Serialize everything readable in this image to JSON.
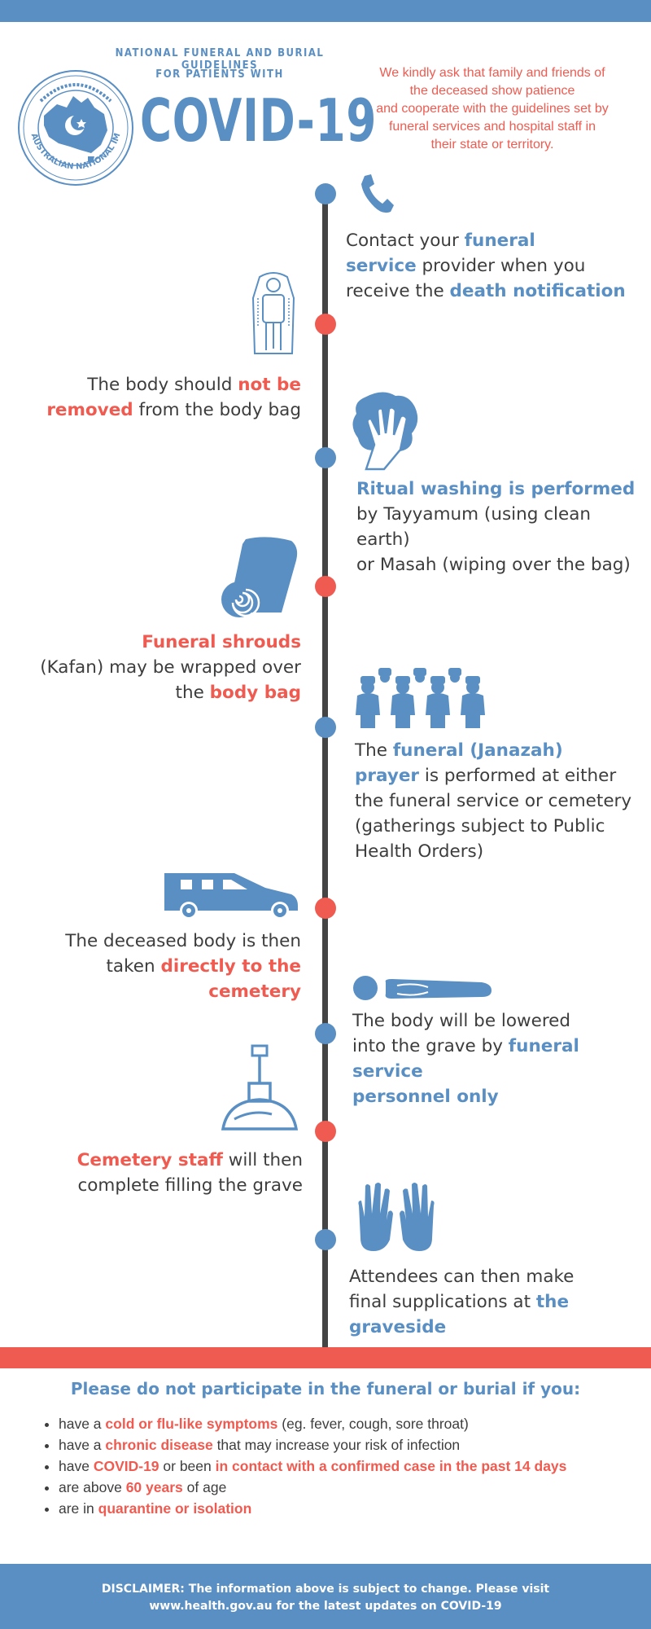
{
  "header": {
    "subtitle_line1": "NATIONAL FUNERAL AND BURIAL GUIDELINES",
    "subtitle_line2": "FOR PATIENTS WITH",
    "title": "COVID-19",
    "logo_text": "AUSTRALIAN NATIONAL IMAMS COUNCIL",
    "intro_lines": [
      "We kindly ask that family and friends of",
      "the deceased show patience",
      "and cooperate with the guidelines set by",
      "funeral services and hospital staff in",
      "their state or territory."
    ]
  },
  "colors": {
    "blue": "#5a8fc4",
    "red": "#ef5b50",
    "text": "#3d3d3d",
    "line": "#444444"
  },
  "steps": [
    {
      "icon": "phone-icon",
      "dot": "blue",
      "side": "right",
      "t1": "Contact your ",
      "h1": "funeral",
      "t2": "",
      "h2": "service",
      "t3": " provider when you",
      "t4": "receive the ",
      "h3": "death notification"
    },
    {
      "icon": "body-bag-icon",
      "dot": "red",
      "side": "left",
      "t1": "The body should ",
      "h1": "not be",
      "h2": "removed",
      "t2": " from the body bag"
    },
    {
      "icon": "washing-hand-icon",
      "dot": "blue",
      "side": "right",
      "h1": "Ritual washing is performed",
      "t1": "by Tayyamum (using clean earth)",
      "t2": "or Masah (wiping over the bag)"
    },
    {
      "icon": "shroud-roll-icon",
      "dot": "red",
      "side": "left",
      "h1": "Funeral shrouds",
      "t1": "(Kafan) may be wrapped over",
      "t2": "the ",
      "h2": "body bag"
    },
    {
      "icon": "people-group-icon",
      "dot": "blue",
      "side": "right",
      "t1": "The ",
      "h1": "funeral (Janazah)",
      "h2": "prayer",
      "t2": " is performed at either",
      "t3": "the funeral service or cemetery",
      "t4": "(gatherings subject to Public",
      "t5": "Health Orders)"
    },
    {
      "icon": "hearse-icon",
      "dot": "red",
      "side": "left",
      "t1": "The deceased body is then",
      "t2": "taken ",
      "h1": "directly to the cemetery"
    },
    {
      "icon": "lying-body-icon",
      "dot": "blue",
      "side": "right",
      "t1": "The body will be lowered",
      "t2": "into the grave by ",
      "h1": "funeral service",
      "h2": "personnel only"
    },
    {
      "icon": "shovel-mound-icon",
      "dot": "red",
      "side": "left",
      "h1": "Cemetery staff",
      "t1": " will then",
      "t2": "complete filling the grave"
    },
    {
      "icon": "praying-hands-icon",
      "dot": "blue",
      "side": "right",
      "t1": "Attendees can then make",
      "t2": "final supplications at ",
      "h1": "the",
      "h2": "graveside"
    }
  ],
  "warning": {
    "title": "Please do not participate in the funeral or burial if you:",
    "items": [
      {
        "a": "have a ",
        "h": "cold or flu-like symptoms",
        "b": " (eg. fever, cough, sore throat)"
      },
      {
        "a": "have a ",
        "h": "chronic disease",
        "b": " that may increase your risk of infection"
      },
      {
        "a": "have ",
        "h": "COVID-19",
        "b": " or been ",
        "h2": "in contact with a confirmed case in the past 14 days"
      },
      {
        "a": "are above ",
        "h": "60 years",
        "b": " of age"
      },
      {
        "a": "are in ",
        "h": "quarantine or isolation",
        "b": ""
      }
    ]
  },
  "footer": {
    "line1": "DISCLAIMER: The information above is subject to change. Please visit",
    "line2": "www.health.gov.au for the latest updates on COVID-19"
  }
}
